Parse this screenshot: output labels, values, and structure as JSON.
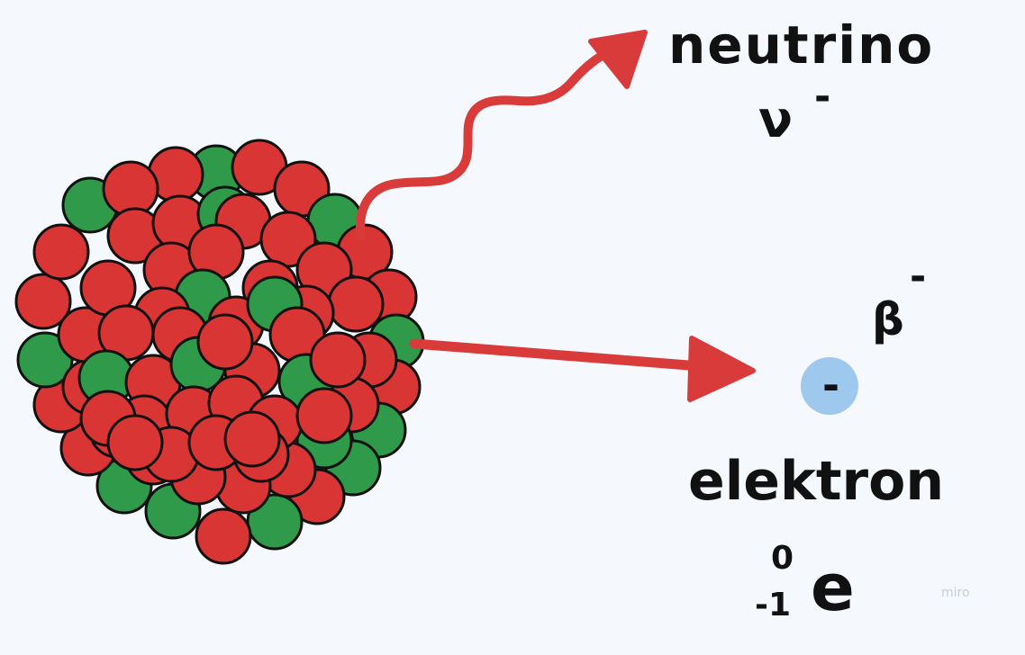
{
  "labels": {
    "neutrino": "neutrino",
    "neutrino_symbol": "ν",
    "neutrino_superscript": "-",
    "beta": "β",
    "beta_superscript": "-",
    "electron_charge": "-",
    "electron": "elektron",
    "mass_number": "0",
    "charge_number": "-1",
    "electron_symbol": "e",
    "watermark": "miro"
  },
  "colors": {
    "background": "#f5f8fd",
    "proton": "#d93535",
    "neutron": "#2f9a4a",
    "outline": "#111111",
    "arrow": "#d93a3a",
    "electron_fill": "#9fc8ef",
    "watermark": "#c9ced6"
  }
}
